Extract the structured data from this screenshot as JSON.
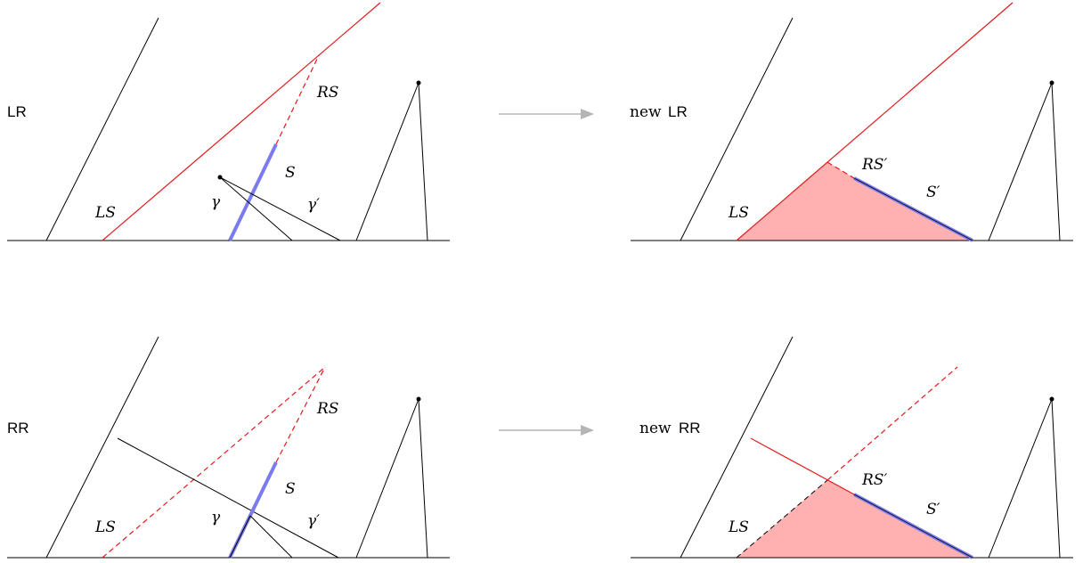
{
  "colors": {
    "ink": "#000000",
    "red": "#e31a1c",
    "blue": "#7b7bf0",
    "fill": "#ffb0b0",
    "arrow": "#b5b5b5"
  },
  "panels": {
    "lr_before": {
      "case_label": "LR",
      "ls": "LS",
      "rs": "RS",
      "s": "S",
      "gamma": "γ",
      "gamma_prime": "γ′"
    },
    "lr_after": {
      "new_prefix": "new",
      "case_label": "LR",
      "ls": "LS",
      "rs": "RS′",
      "s": "S′"
    },
    "rr_before": {
      "case_label": "RR",
      "ls": "LS",
      "rs": "RS",
      "s": "S",
      "gamma": "γ",
      "gamma_prime": "γ′"
    },
    "rr_after": {
      "new_prefix": "new",
      "case_label": "RR",
      "ls": "LS",
      "rs": "RS′",
      "s": "S′"
    }
  }
}
